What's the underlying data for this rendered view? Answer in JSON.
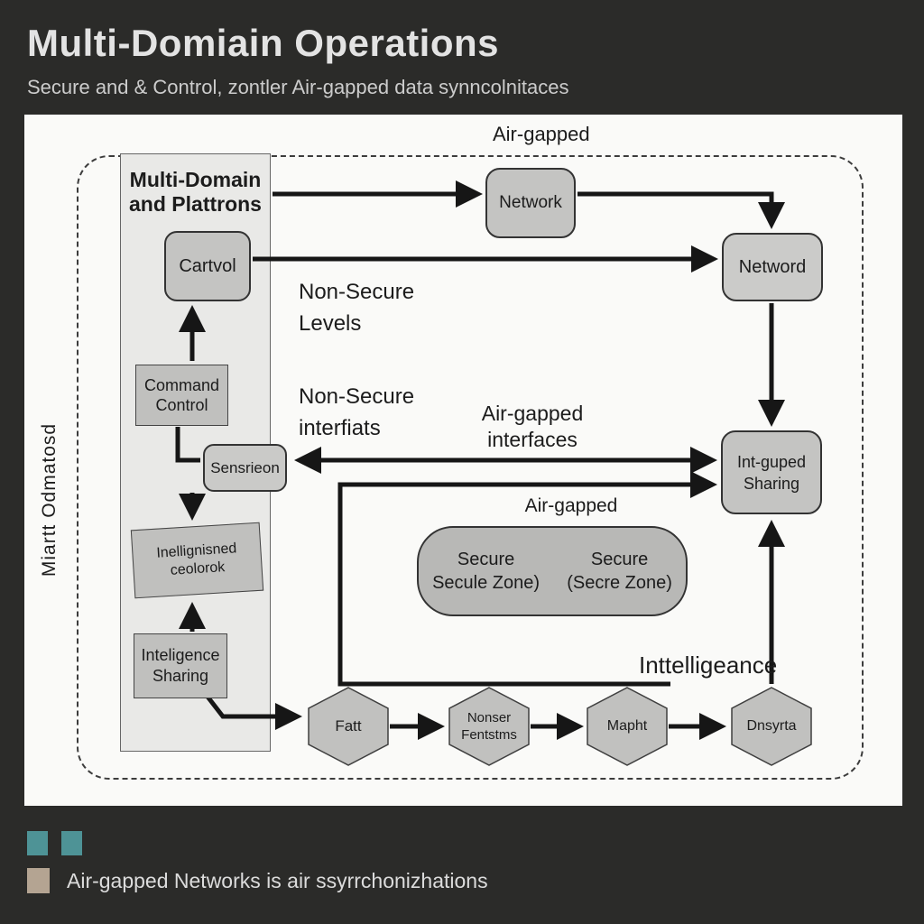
{
  "header": {
    "title": "Multi-Domiain Operations",
    "subtitle": "Secure and & Control, zontler Air-gapped data synncolnitaces"
  },
  "diagram": {
    "air_gapped_top": "Air-gapped",
    "side_label": "Miartt Odmatosd",
    "column_header": {
      "line1": "Multi-Domain",
      "line2": "and Plattrons"
    },
    "nodes": {
      "cartvol": "Cartvol",
      "command_control": {
        "line1": "Command",
        "line2": "Control"
      },
      "sensrieon": "Sensrieon",
      "rotated_box": {
        "line1": "Inellignisned",
        "line2": "ceolorok"
      },
      "intel_sharing": {
        "line1": "Inteligence",
        "line2": "Sharing"
      },
      "network_top": "Network",
      "netword_right": "Netword",
      "int_guped": {
        "line1": "Int-guped",
        "line2": "Sharing"
      },
      "secure_zone": {
        "label": "Air-gapped",
        "left": {
          "line1": "Secure",
          "line2": "Secule Zone)"
        },
        "right": {
          "line1": "Secure",
          "line2": "(Secre Zone)"
        }
      }
    },
    "labels": {
      "non_secure_levels": {
        "line1": "Non-Secure",
        "line2": "Levels"
      },
      "non_secure_interfiats": {
        "line1": "Non-Secure",
        "line2": "interfiats"
      },
      "air_gapped_interfaces": {
        "line1": "Air-gapped",
        "line2": "interfaces"
      },
      "inttelligeance": "Inttelligeance"
    },
    "hexagons": [
      {
        "line1": "Fatt",
        "line2": ""
      },
      {
        "line1": "Nonser",
        "line2": "Fentstms"
      },
      {
        "line1": "Mapht",
        "line2": ""
      },
      {
        "line1": "Dnsyrta",
        "line2": ""
      }
    ]
  },
  "legend": {
    "swatch_teal": "#4e9396",
    "swatch_tan": "#b4a492",
    "text": "Air-gapped Networks is air ssyrrchonizhations"
  }
}
